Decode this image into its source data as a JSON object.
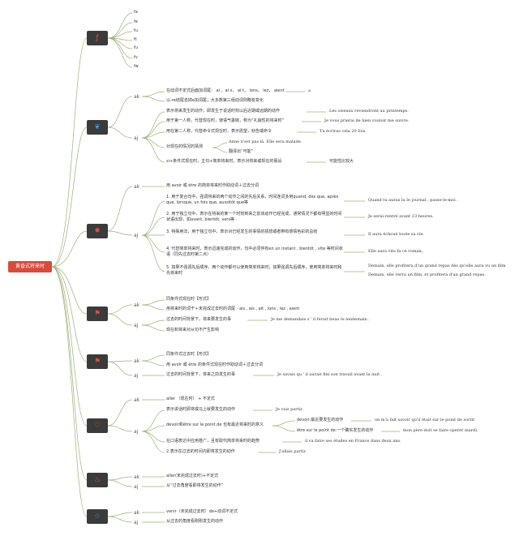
{
  "root": {
    "title": "黄昏式将来时"
  },
  "colors": {
    "root": "#d94a3a",
    "node": "#3b3b3b",
    "line": "#9fb17a",
    "icon_red": "#e0503d",
    "icon_blue": "#4a8fd8"
  },
  "branches": [
    {
      "icon": "function-icon",
      "icon_color": "#e0503d",
      "items": [
        "fa",
        "fe",
        "fu",
        "ft",
        "fu",
        "fv",
        "fw"
      ]
    },
    {
      "icon": "leaf-icon",
      "icon_color": "#4a8fd8",
      "ak": "ak",
      "aj": "aj",
      "ak_items": [
        "在动词不定式后面加词尾： ai ，ai s， ai t， ions， iez， aient",
        "a",
        "以-re结尾去掉e加词尾；大多数第三组动词则略有变化"
      ],
      "aj_items": [
        {
          "zh": "表示将来发生的动作，即发生于说话时刻以后近期或远期的动作",
          "fr": "Les oiseaux reviendront au printemps."
        },
        {
          "zh": "用于第一人称，代替现在时，使语气委婉，称为“礼貌性的将来时”",
          "fr": "Je vous prierai de bien vouloir me suivre."
        },
        {
          "zh": "用在第二人称，代替命令式现在时，表示愿望，劝告或命令",
          "fr": "Tu écriras cela 20 fois."
        },
        {
          "zh": "对现在的情况的猜测",
          "fr1": "Anne n'est pas là. Elle sera malade.",
          "fr2": "翻译出“可能”"
        },
        {
          "zh": "si+条件式现在时，主句+简单将来时，表示对将来或现在的假设",
          "fr": "可能性比较大"
        }
      ]
    },
    {
      "icon": "stamp-icon",
      "icon_color": "#e0503d",
      "ak": "ak",
      "aj": "aj",
      "ak_text": "用 avoir 或 être 的简单将来时作助动词＋过去分词",
      "aj_items": [
        {
          "zh": "1. 用于复合句中，强调将来的两个动作之间的先后关系，时间连词多用quand, dès que, après que, lorsque, un fois que, aussitôt que等",
          "fr": "Quand tu auras lu le journal , passe-le-moi ."
        },
        {
          "zh": "2. 用于独立句中，表示在将来的某一个时刻到来之前该动作已经完成，通常情况下都有明显的时间状语出现，如avant, bientôt, vers等",
          "fr": "Je serai rentré avant 23 heures."
        },
        {
          "zh": "3. 特殊用法，用于独立句中，表示对已经发生的事情的猜想或者带有感情色彩的总结",
          "fr": "Il aura échoué toute sa vie."
        },
        {
          "zh": "4. 代替简单将来时，表示迅速完成的动作，句中必须伴有en un instant , bientôt , vite 等时间状语（同先过去时第二点）",
          "fr": "Elle aura vite fa ce roman。"
        },
        {
          "zh": "5. 如果不强调先后顺序，两个动作都可以使用简单将来时；如果强调先后顺序，使用简单将来时和先将来时",
          "fr1": "Demain, elle profitera d'un grand repas dès qu'elle aura vu un film",
          "fr2": "Demain, elle verra un film, et profitera d'un grand repas."
        }
      ]
    },
    {
      "icon": "flag-icon",
      "icon_color": "#e0503d",
      "ak": "ak",
      "aj": "aj",
      "ak_items": [
        "同条件式现在时【形式】",
        "用将来时的词干＋未完成过去时的词尾 - ais , ais , ait , ions , iez , aient"
      ],
      "aj_items": [
        {
          "zh": "过去的时间背景下，将来要发生的事",
          "fr": "Je me demandais s ' il ferait beau le lendemain ."
        },
        {
          "zh": "现在和将来对从句不产生影响"
        }
      ]
    },
    {
      "icon": "flag-icon",
      "icon_color": "#e0503d",
      "ak": "ak",
      "aj": "aj",
      "ak_items": [
        "同条件式过去时【形式】",
        "用 avoir 或 être 的条件式现在时作助动词＋过去分词"
      ],
      "aj_items": [
        {
          "zh": "过去的时间背景下，将来之前发生的事",
          "fr": "Je savais qu ' il aurait fini son travail avant la nuit ."
        }
      ]
    },
    {
      "icon": "heart-icon",
      "icon_color": "#e0503d",
      "ak": "ak",
      "aj": "aj",
      "ak_text": "aller （现在时） + 不定式",
      "aj_items": [
        {
          "zh": "表示讲话时即将或马上就要发生的动作",
          "fr": "Je vais partir."
        },
        {
          "zh": "devoir和être sur le point de 也有最近将来时的意义",
          "sub1": "devoir:最近要发生的动作",
          "sub1fr": "on m'a fait savoir qu'il était sur le point de sortir",
          "sub2": "être sur le point de:一个确实发生的动作",
          "sub2fr": "mon père doit se faire operer mardi."
        },
        {
          "zh": "在口语表达中应用甚广，且有取代简单将来时的趋势",
          "fr": "il va faire ses études en France dans deux ans."
        },
        {
          "zh": "2.表示在过去的时间内即将发生的动作",
          "fr": "J'allais partir."
        }
      ]
    },
    {
      "icon": "fire-icon",
      "icon_color": "#e0503d",
      "ak": "ak",
      "aj": "aj",
      "ak_text": "aller(未完成过去时)+不定式",
      "aj_text": "从“过去角度看即将发生的动作”"
    },
    {
      "icon": "star-icon",
      "icon_color": "#4a8fd8",
      "ak": "ak",
      "aj": "aj",
      "ak_text": "venir（未完成过去时）de+动词不定式",
      "aj_text": "从过去的角度看刚刚发生的动作"
    }
  ]
}
